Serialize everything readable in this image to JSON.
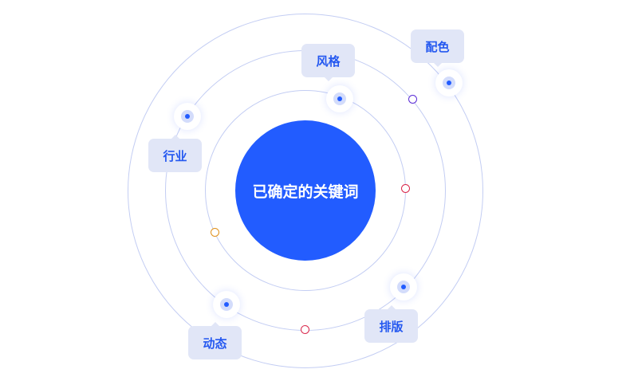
{
  "center": {
    "label": "已确定的关键词"
  },
  "keywords": [
    {
      "label": "风格"
    },
    {
      "label": "配色"
    },
    {
      "label": "行业"
    },
    {
      "label": "动态"
    },
    {
      "label": "排版"
    }
  ],
  "colors": {
    "primary": "#225cff",
    "ring": "#c3cdf3",
    "tag_bg": "#e1e6f7",
    "dot_purple": "#5a2bd6",
    "dot_red": "#d9264a",
    "dot_orange": "#e0901a"
  }
}
